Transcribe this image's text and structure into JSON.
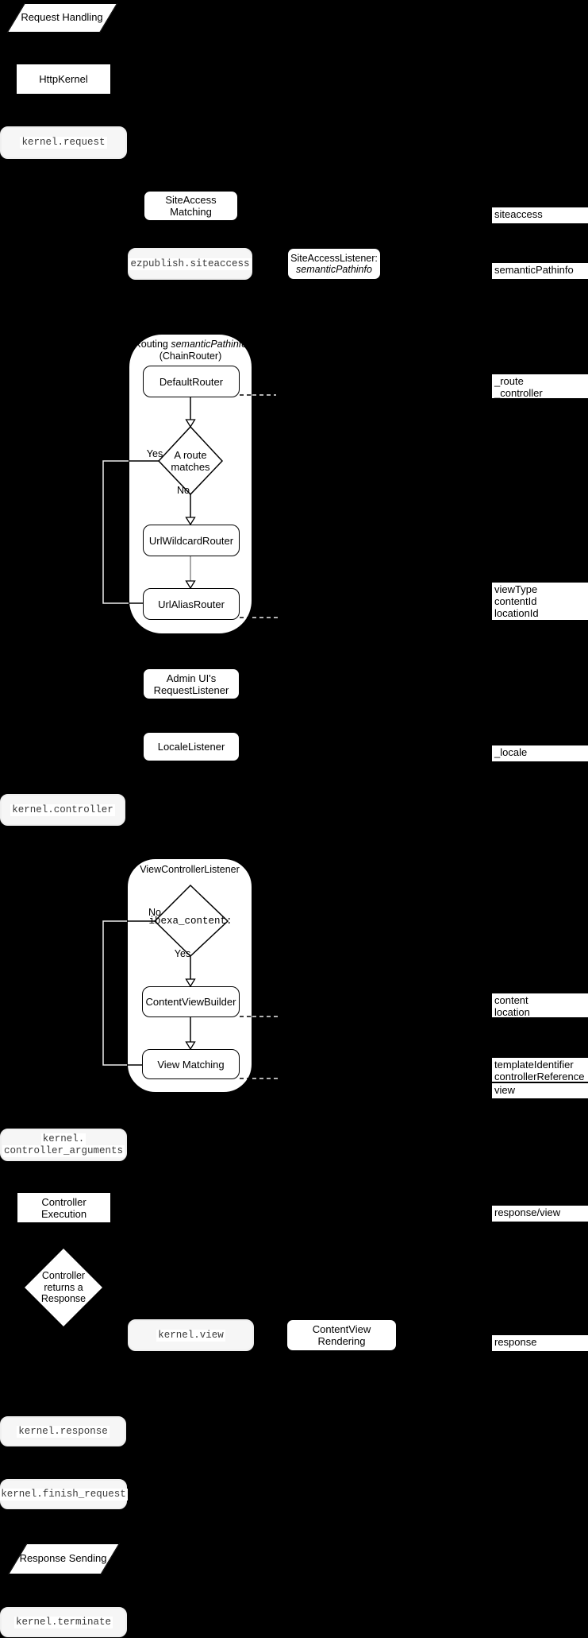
{
  "diagram": {
    "colors": {
      "background": "#000000",
      "node_fill": "#ffffff",
      "node_border": "#000000",
      "event_fill": "#f6f6f6",
      "event_text": "#3a3a3a",
      "bypass_line_on_black": "#ededed",
      "wildcard_connector": "#8a8a8a"
    },
    "nodes": {
      "request_handling": "Request Handling",
      "http_kernel": "HttpKernel",
      "kernel_request": "kernel.request",
      "siteaccess_matching": "SiteAccess Matching",
      "ezpublish_siteaccess": "ezpublish.siteaccess",
      "siteaccess_listener_line1": "SiteAccessListener:",
      "siteaccess_listener_line2": "semanticPathinfo",
      "routing_title_prefix": "Routing ",
      "routing_title_italic": "semanticPathinfo",
      "routing_title_line2": "(ChainRouter)",
      "default_router": "DefaultRouter",
      "route_matches_line1": "A route",
      "route_matches_line2": "matches",
      "yes": "Yes",
      "no": "No",
      "url_wildcard_router": "UrlWildcardRouter",
      "url_alias_router": "UrlAliasRouter",
      "admin_ui_listener_line1": "Admin UI's",
      "admin_ui_listener_line2": "RequestListener",
      "locale_listener": "LocaleListener",
      "kernel_controller": "kernel.controller",
      "view_controller_listener": "ViewControllerListener",
      "ibexa_content_decision": "ibexa_content:",
      "content_view_builder": "ContentViewBuilder",
      "view_matching": "View Matching",
      "kernel_controller_arguments_line1": "kernel.",
      "kernel_controller_arguments_line2": "controller_arguments",
      "controller_execution": "Controller Execution",
      "controller_returns_line1": "Controller",
      "controller_returns_line2": "returns a",
      "controller_returns_line3": "Response",
      "kernel_view": "kernel.view",
      "contentview_rendering": "ContentView Rendering",
      "kernel_response": "kernel.response",
      "kernel_finish_request": "kernel.finish_request",
      "response_sending": "Response Sending",
      "kernel_terminate": "kernel.terminate"
    },
    "labels": {
      "siteaccess": "siteaccess",
      "semantic_pathinfo": "semanticPathinfo",
      "route_line1": "_route",
      "route_line2": "_controller",
      "viewtype_line1": "viewType",
      "viewtype_line2": "contentId",
      "viewtype_line3": "locationId",
      "locale": "_locale",
      "content_line1": "content",
      "content_line2": "location",
      "template_line1": "templateIdentifier",
      "template_line2": "controllerReference",
      "view": "view",
      "response_view": "response/view",
      "response": "response"
    }
  }
}
